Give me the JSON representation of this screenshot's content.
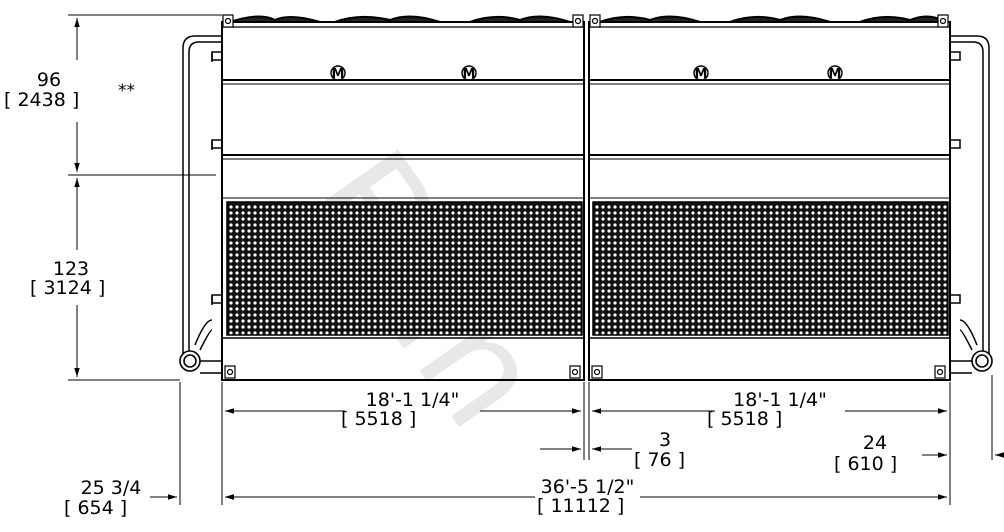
{
  "dimensions": {
    "height_upper": {
      "imperial": "96",
      "metric": "[ 2438 ]",
      "note": "**"
    },
    "height_lower": {
      "imperial": "123",
      "metric": "[ 3124 ]"
    },
    "module_left_width": {
      "imperial": "18'-1 1/4\"",
      "metric": "[ 5518 ]"
    },
    "module_right_width": {
      "imperial": "18'-1 1/4\"",
      "metric": "[ 5518 ]"
    },
    "module_gap": {
      "imperial": "3",
      "metric": "[ 76 ]"
    },
    "right_clearance": {
      "imperial": "24",
      "metric": "[ 610 ]"
    },
    "left_clearance": {
      "imperial": "25 3/4",
      "metric": "[ 654 ]"
    },
    "overall_length": {
      "imperial": "36'-5 1/2\"",
      "metric": "[ 11112 ]"
    }
  },
  "watermark": "Ban",
  "colors": {
    "line": "#000000",
    "watermark": "#e6e6e6",
    "background": "#ffffff"
  },
  "icons": {
    "motor_symbol": "M-in-circle-icon",
    "bolt": "bolt-icon"
  }
}
